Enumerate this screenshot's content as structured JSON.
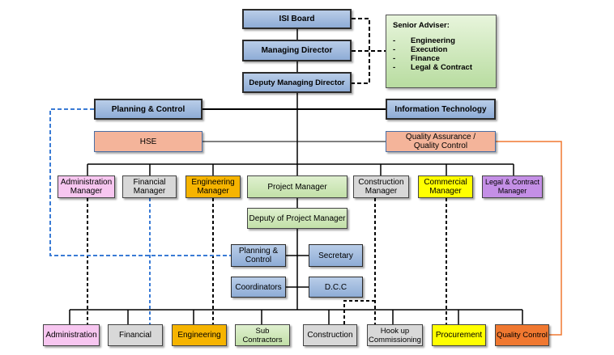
{
  "board": "ISI Board",
  "managing_director": "Managing Director",
  "deputy_md": "Deputy Managing Director",
  "senior_adviser": {
    "title": "Senior Adviser:",
    "items": [
      "Engineering",
      "Execution",
      "Finance",
      "Legal & Contract"
    ]
  },
  "planning_control_top": "Planning & Control",
  "information_technology": "Information Technology",
  "hse": "HSE",
  "quality_assurance": "Quality Assurance / Quality Control",
  "managers": {
    "administration": "Administration Manager",
    "financial": "Financial Manager",
    "engineering": "Engineering Manager",
    "project": "Project Manager",
    "construction": "Construction Manager",
    "commercial": "Commercial Manager",
    "legal": "Legal & Contract Manager"
  },
  "deputy_pm": "Deputy of Project Manager",
  "planning_control_sub": "Planning & Control",
  "secretary": "Secretary",
  "coordinators": "Coordinators",
  "dcc": "D.C.C",
  "departments": {
    "administration": "Administration",
    "financial": "Financial",
    "engineering": "Engineering",
    "sub_contractors": "Sub Contractors",
    "construction": "Construction",
    "hookup": "Hook up Commissioning",
    "procurement": "Procurement",
    "quality_control": "Quality Control"
  },
  "colors": {
    "blue_box": "#8eacd6",
    "salmon": "#f4b49a",
    "pink": "#f7c6f0",
    "gray": "#d8d8d8",
    "orange": "#f6b400",
    "green": "#c2e0a8",
    "yellow": "#ffff00",
    "purple": "#c48fe6",
    "quality_control": "#f07830",
    "dashed_blue": "#3a7bd5",
    "orange_line": "#f07830"
  }
}
